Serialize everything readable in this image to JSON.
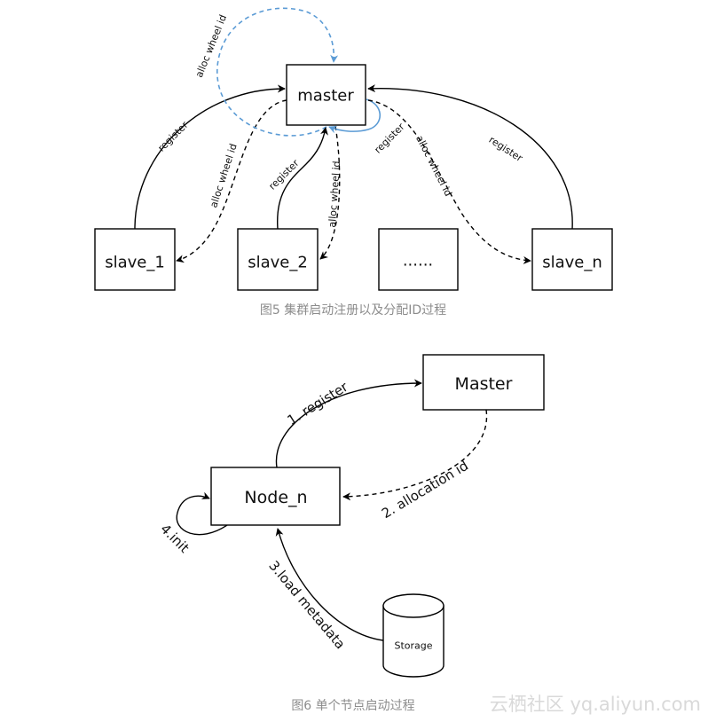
{
  "figure5": {
    "nodes": {
      "master": "master",
      "slave_1": "slave_1",
      "slave_2": "slave_2",
      "ellipsis": "......",
      "slave_n": "slave_n"
    },
    "edges": {
      "slave_1_register": "register",
      "slave_1_alloc": "alloc wheel id",
      "master_loop_alloc": "alloc wheel id",
      "slave_2_register": "register",
      "slave_2_alloc": "alloc wheel id",
      "master_loop_register": "register",
      "slave_n_alloc": "alloc wheel id",
      "slave_n_register": "register"
    },
    "caption": "图5 集群启动注册以及分配ID过程"
  },
  "figure6": {
    "nodes": {
      "master": "Master",
      "node": "Node_n",
      "storage": "Storage"
    },
    "edges": {
      "register": "1. register",
      "allocation": "2. allocation id",
      "load": "3.load metadata",
      "init": "4.init"
    },
    "caption": "图6 单个节点启动过程"
  },
  "watermark": "云栖社区 yq.aliyun.com",
  "colors": {
    "line": "#000000",
    "highlight": "#5b9bd5",
    "caption": "#8c8c8c",
    "watermark": "#d9d9d9",
    "box_fill": "#ffffff"
  }
}
